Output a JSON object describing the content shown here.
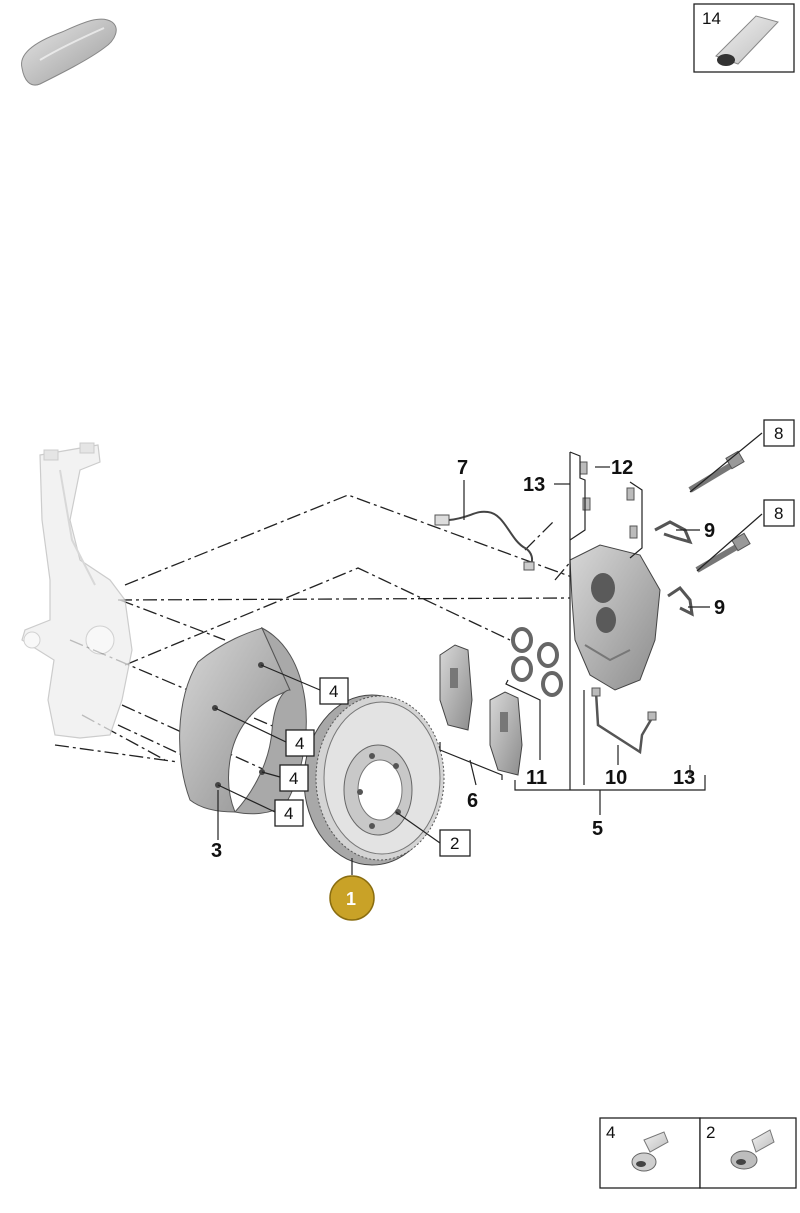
{
  "callouts": {
    "c1": "1",
    "c2": "2",
    "c3": "3",
    "c4a": "4",
    "c4b": "4",
    "c4c": "4",
    "c4d": "4",
    "c5": "5",
    "c6": "6",
    "c7": "7",
    "c8a": "8",
    "c8b": "8",
    "c9a": "9",
    "c9b": "9",
    "c10": "10",
    "c11": "11",
    "c12": "12",
    "c13a": "13",
    "c13b": "13",
    "c14": "14"
  },
  "legend": {
    "item4": "4",
    "item2": "2"
  },
  "colors": {
    "highlight": "#c9a227"
  }
}
